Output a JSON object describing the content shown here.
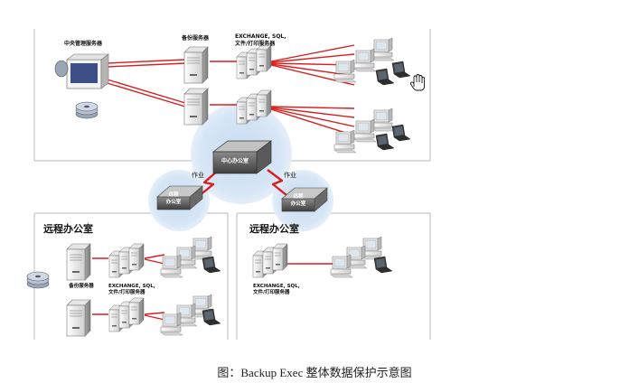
{
  "labels": {
    "central_mgmt_server": "中央管理服务器",
    "backup_server": "备份服务器",
    "app_servers_l1": "EXCHANGE, SQL,",
    "app_servers_l2": "文件/打印服务器",
    "central_office": "中心办公室",
    "job_left": "作业",
    "job_right": "作业",
    "remote_office_node_l1": "远程",
    "remote_office_node_l2": "办公室",
    "remote_office_title_left": "远程办公室",
    "remote_office_title_right": "远程办公室",
    "bl_backup_server": "备份服务器",
    "bl_app_l1": "EXCHANGE, SQL,",
    "bl_app_l2": "文件/打印服务器",
    "br_app_l1": "EXCHANGE, SQL,",
    "br_app_l2": "文件/打印服务器"
  },
  "caption": "图：Backup Exec 整体数据保护示意图",
  "colors": {
    "connection": "#d81e1e",
    "halo": "#cfe0f2",
    "panel_border": "#c8c8c8",
    "device_body": "#f2f2f2",
    "device_dark": "#555555"
  },
  "icons": [
    "server-icon",
    "workstation-icon",
    "laptop-icon",
    "tape-library-icon",
    "hand-cursor-icon",
    "lightning-link-icon"
  ]
}
